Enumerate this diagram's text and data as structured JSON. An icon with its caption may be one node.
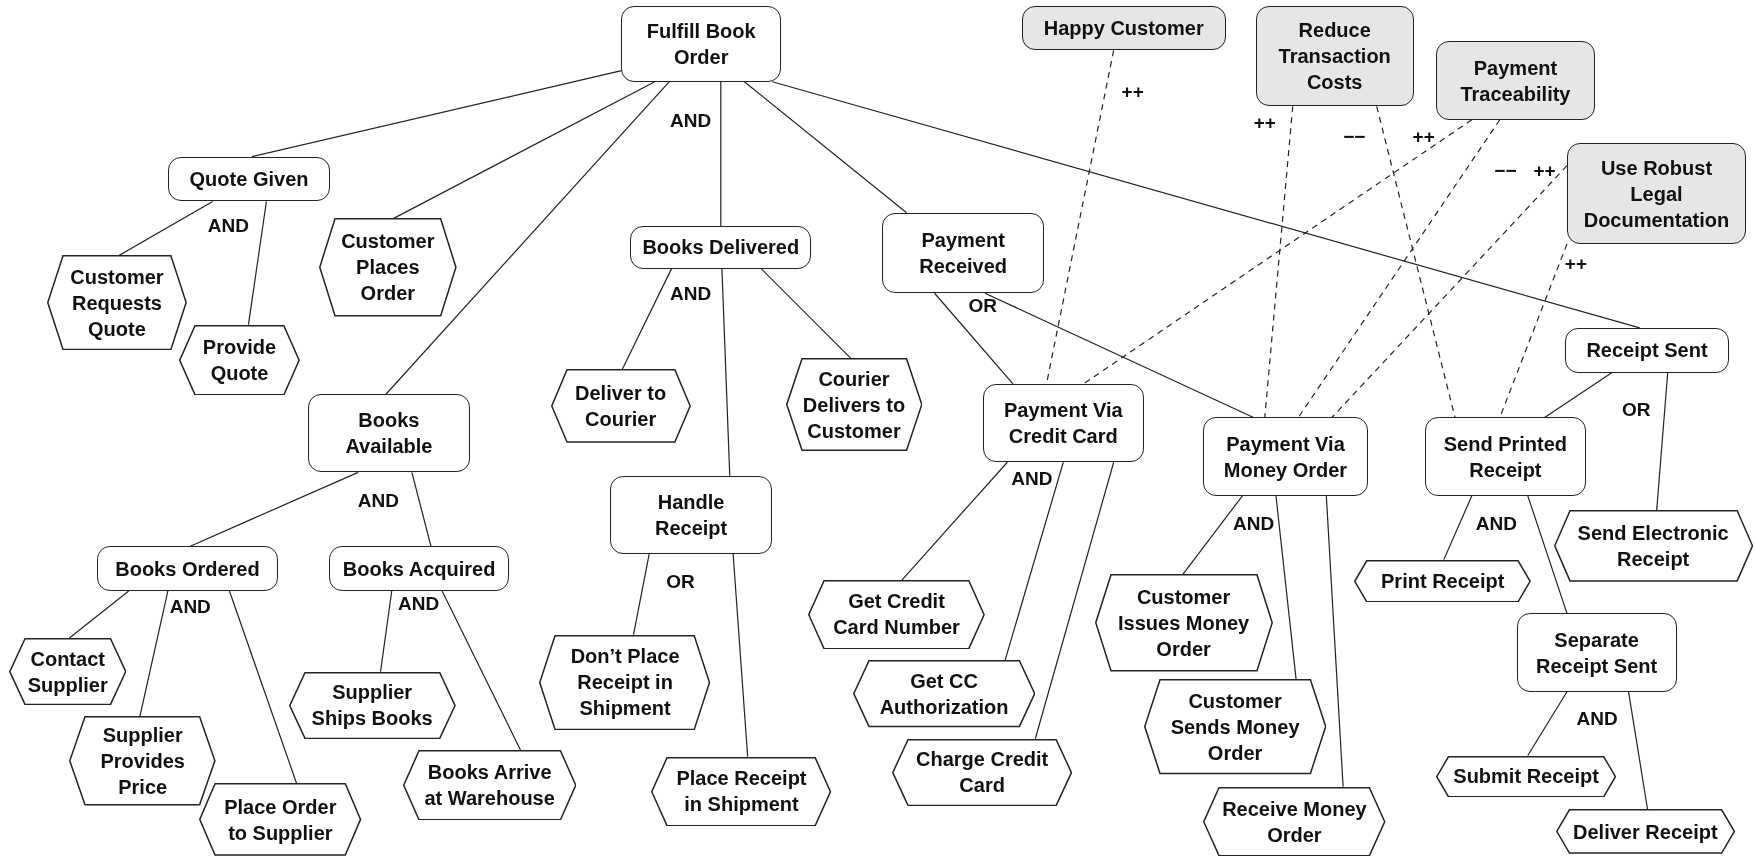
{
  "diagram": {
    "nodes": [
      {
        "text": [
          "Fulfill Book Order"
        ]
      },
      {
        "text": [
          "Happy Customer"
        ]
      },
      {
        "text": [
          "Reduce Transaction Costs"
        ]
      },
      {
        "text": [
          "Payment Traceability"
        ]
      },
      {
        "text": [
          "Use Robust Legal Documentation"
        ]
      },
      {
        "text": [
          "Quote Given"
        ]
      },
      {
        "text": [
          "Customer Places Order"
        ]
      },
      {
        "text": [
          "Books Delivered"
        ]
      },
      {
        "text": [
          "Payment Received"
        ]
      },
      {
        "text": [
          "Customer Requests Quote"
        ]
      },
      {
        "text": [
          "Provide Quote"
        ]
      },
      {
        "text": [
          "Books Available"
        ]
      },
      {
        "text": [
          "Deliver to Courier"
        ]
      },
      {
        "text": [
          "Courier Delivers to Customer"
        ]
      },
      {
        "text": [
          "Receipt Sent"
        ]
      },
      {
        "text": [
          "Payment Via Credit Card"
        ]
      },
      {
        "text": [
          "Payment Via Money Order"
        ]
      },
      {
        "text": [
          "Send Printed Receipt"
        ]
      },
      {
        "text": [
          "Handle Receipt"
        ]
      },
      {
        "text": [
          "Books Ordered"
        ]
      },
      {
        "text": [
          "Books Acquired"
        ]
      },
      {
        "text": [
          "Send Electronic Receipt"
        ]
      },
      {
        "text": [
          "Print Receipt"
        ]
      },
      {
        "text": [
          "Contact Supplier"
        ]
      },
      {
        "text": [
          "Customer Issues Money Order"
        ]
      },
      {
        "text": [
          "Get Credit Card Number"
        ]
      },
      {
        "text": [
          "Separate Receipt Sent"
        ]
      },
      {
        "text": [
          "Don’t Place Receipt in Shipment"
        ]
      },
      {
        "text": [
          "Supplier Ships Books"
        ]
      },
      {
        "text": [
          "Get CC Authorization"
        ]
      },
      {
        "text": [
          "Supplier Provides Price"
        ]
      },
      {
        "text": [
          "Customer Sends Money Order"
        ]
      },
      {
        "text": [
          "Charge Credit Card"
        ]
      },
      {
        "text": [
          "Books Arrive at Warehouse"
        ]
      },
      {
        "text": [
          "Place Receipt in Shipment"
        ]
      },
      {
        "text": [
          "Submit Receipt"
        ]
      },
      {
        "text": [
          "Place Order to Supplier"
        ]
      },
      {
        "text": [
          "Receive Money Order"
        ]
      },
      {
        "text": [
          "Deliver Receipt"
        ]
      }
    ],
    "edges": [
      {
        "from": 0,
        "to": 5,
        "arrow": "none"
      },
      {
        "from": 0,
        "to": 6,
        "arrow": "none"
      },
      {
        "from": 0,
        "to": 11,
        "arrow": "none"
      },
      {
        "from": 0,
        "to": 7,
        "arrow": "none"
      },
      {
        "from": 0,
        "to": 8,
        "arrow": "none"
      },
      {
        "from": 0,
        "to": 14,
        "arrow": "none"
      },
      {
        "from": 5,
        "to": 9,
        "arrow": "none"
      },
      {
        "from": 5,
        "to": 10,
        "arrow": "none"
      },
      {
        "from": 7,
        "to": 12,
        "arrow": "none"
      },
      {
        "from": 7,
        "to": 13,
        "arrow": "none"
      },
      {
        "from": 7,
        "to": 18,
        "arrow": "none"
      },
      {
        "from": 8,
        "to": 15,
        "arrow": "none"
      },
      {
        "from": 8,
        "to": 16,
        "arrow": "none"
      },
      {
        "from": 11,
        "to": 19,
        "arrow": "none"
      },
      {
        "from": 11,
        "to": 20,
        "arrow": "none"
      },
      {
        "from": 19,
        "to": 23,
        "arrow": "none"
      },
      {
        "from": 19,
        "to": 30,
        "arrow": "none"
      },
      {
        "from": 19,
        "to": 36,
        "arrow": "none"
      },
      {
        "from": 20,
        "to": 28,
        "arrow": "none"
      },
      {
        "from": 20,
        "to": 33,
        "arrow": "none"
      },
      {
        "from": 18,
        "to": 27,
        "arrow": "none"
      },
      {
        "from": 18,
        "to": 34,
        "arrow": "none"
      },
      {
        "from": 15,
        "to": 25,
        "arrow": "none"
      },
      {
        "from": 15,
        "to": 29,
        "arrow": "none"
      },
      {
        "from": 15,
        "to": 32,
        "arrow": "none"
      },
      {
        "from": 16,
        "to": 24,
        "arrow": "none"
      },
      {
        "from": 16,
        "to": 31,
        "arrow": "none"
      },
      {
        "from": 16,
        "to": 37,
        "arrow": "none"
      },
      {
        "from": 14,
        "to": 17,
        "arrow": "none"
      },
      {
        "from": 14,
        "to": 21,
        "arrow": "none"
      },
      {
        "from": 17,
        "to": 22,
        "arrow": "none"
      },
      {
        "from": 17,
        "to": 26,
        "arrow": "none"
      },
      {
        "from": 26,
        "to": 35,
        "arrow": "none"
      },
      {
        "from": 26,
        "to": 38,
        "arrow": "none"
      },
      {
        "from": 1,
        "to": 15,
        "arrow": "none",
        "style": "dashed",
        "label": "++"
      },
      {
        "from": 2,
        "to": 16,
        "arrow": "none",
        "style": "dashed",
        "label": "++"
      },
      {
        "from": 2,
        "to": 17,
        "arrow": "none",
        "style": "dashed",
        "label": "−−"
      },
      {
        "from": 3,
        "to": 15,
        "arrow": "none",
        "style": "dashed",
        "label": "++"
      },
      {
        "from": 3,
        "to": 16,
        "arrow": "none",
        "style": "dashed",
        "label": "−−"
      },
      {
        "from": 4,
        "to": 16,
        "arrow": "none",
        "style": "dashed",
        "label": "++"
      },
      {
        "from": 4,
        "to": 17,
        "arrow": "none",
        "style": "dashed",
        "label": "++"
      }
    ],
    "labels": [
      "AND",
      "AND",
      "AND",
      "OR",
      "OR",
      "AND",
      "AND",
      "AND",
      "AND",
      "OR",
      "AND",
      "AND",
      "AND"
    ]
  }
}
